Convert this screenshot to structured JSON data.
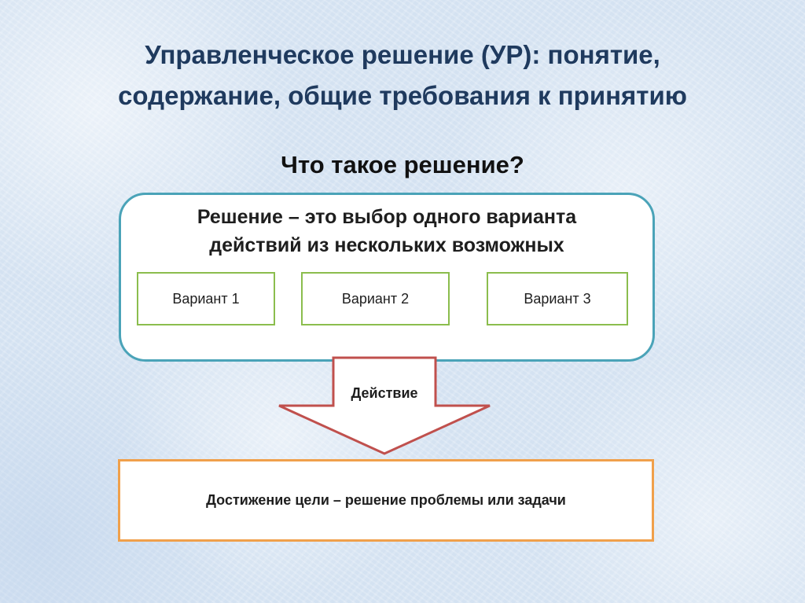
{
  "title": {
    "line1": "Управленческое решение (УР): понятие,",
    "line2": "содержание, общие требования к принятию"
  },
  "question": "Что такое решение?",
  "definition": {
    "line1": "Решение – это выбор одного варианта",
    "line2": "действий из нескольких возможных"
  },
  "variants": [
    {
      "label": "Вариант 1"
    },
    {
      "label": "Вариант 2"
    },
    {
      "label": "Вариант 3"
    }
  ],
  "arrow_label": "Действие",
  "goal": "Достижение цели – решение проблемы или задачи",
  "colors": {
    "title": "#1f3a5e",
    "definition_border": "#4aa3b8",
    "variant_border": "#8bbd4d",
    "arrow_border": "#c0504d",
    "goal_border": "#f0a04b"
  }
}
